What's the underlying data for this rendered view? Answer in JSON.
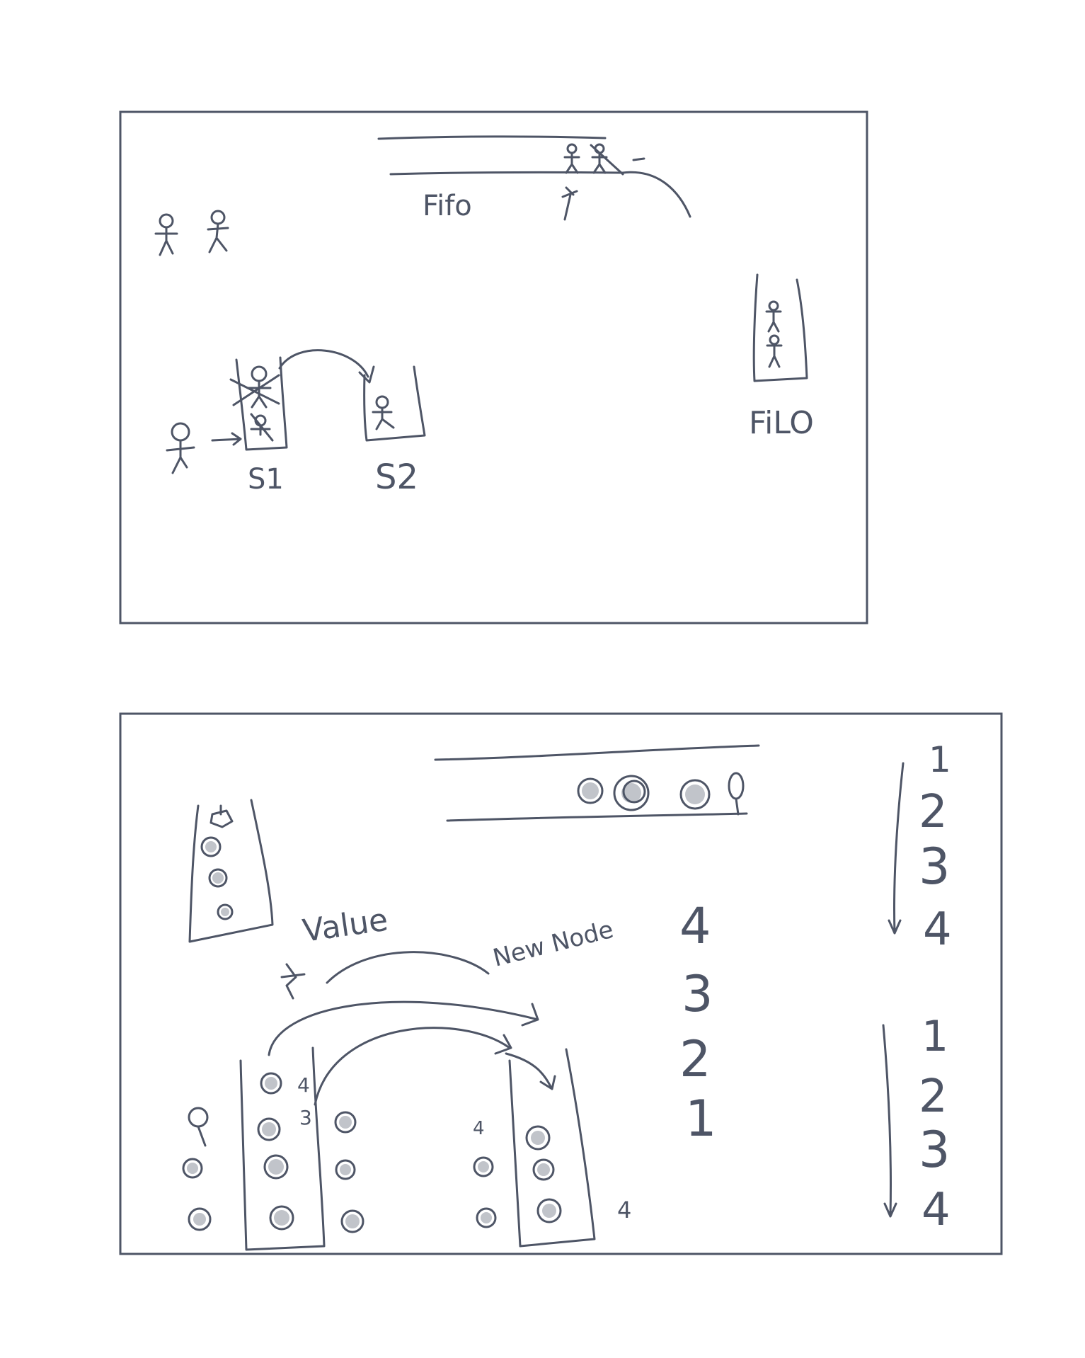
{
  "colors": {
    "ink": "#4e5566",
    "background": "#ffffff"
  },
  "panel1": {
    "queue_label": "Fifo",
    "stack_label": "FiLO",
    "stack1_label": "S1",
    "stack2_label": "S2",
    "icons": [
      "stick-figure-icon",
      "arrow-icon"
    ]
  },
  "panel2": {
    "value_label": "Value",
    "new_node_label": "New Node",
    "stack_col_nums": [
      "4",
      "3"
    ],
    "mid_col_nums": [
      "4"
    ],
    "right_col_nums": [
      "4"
    ],
    "reversed_list": [
      "4",
      "3",
      "2",
      "1"
    ],
    "list_a": [
      "1",
      "2",
      "3",
      "4"
    ],
    "list_b": [
      "1",
      "2",
      "3",
      "4"
    ],
    "icons": [
      "node-scribble-icon",
      "arrow-icon"
    ]
  }
}
